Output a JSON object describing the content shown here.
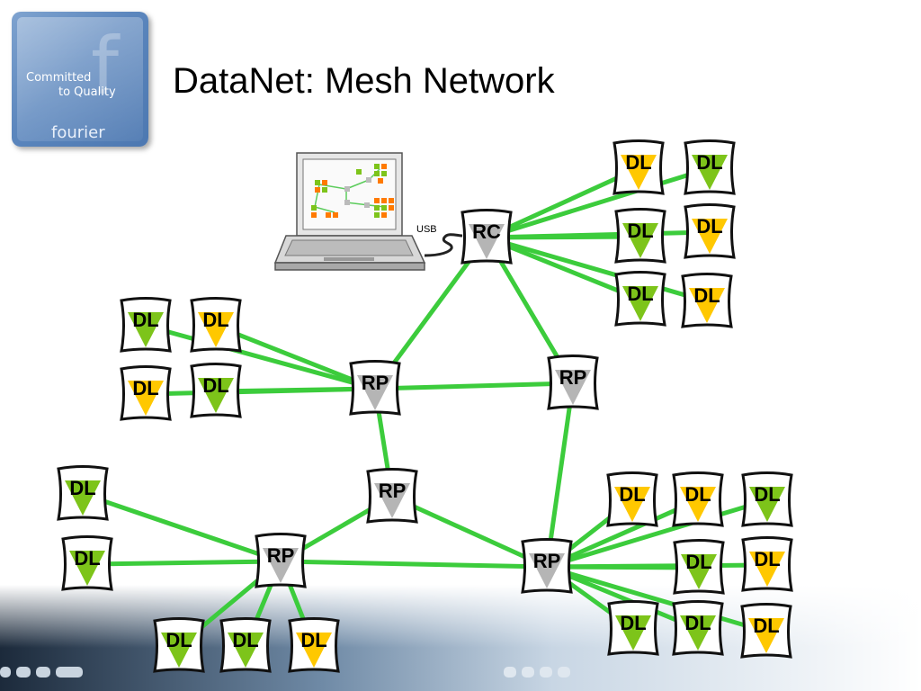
{
  "slide": {
    "title": "DataNet: Mesh Network",
    "logo": {
      "line1": "Committed",
      "line2": "to Quality",
      "brand": "fourier"
    }
  },
  "laptop": {
    "usb_label": "USB"
  },
  "colors": {
    "link": "#3ccc3c",
    "green": "#7dc41a",
    "yellow": "#ffc800",
    "gray": "#b5b5b5",
    "node_border": "#111111",
    "footer_dark": "#1c2a3b"
  },
  "nodes": [
    {
      "id": "rc",
      "label": "RC",
      "kind": "gray"
    },
    {
      "id": "rp_left",
      "label": "RP",
      "kind": "gray"
    },
    {
      "id": "rp_right",
      "label": "RP",
      "kind": "gray"
    },
    {
      "id": "rp_mid",
      "label": "RP",
      "kind": "gray"
    },
    {
      "id": "rp_bl",
      "label": "RP",
      "kind": "gray"
    },
    {
      "id": "rp_br",
      "label": "RP",
      "kind": "gray"
    },
    {
      "id": "dl1",
      "label": "DL",
      "kind": "yellow"
    },
    {
      "id": "dl2",
      "label": "DL",
      "kind": "green"
    },
    {
      "id": "dl3",
      "label": "DL",
      "kind": "green"
    },
    {
      "id": "dl4",
      "label": "DL",
      "kind": "yellow"
    },
    {
      "id": "dl5",
      "label": "DL",
      "kind": "green"
    },
    {
      "id": "dl6",
      "label": "DL",
      "kind": "yellow"
    },
    {
      "id": "dl7",
      "label": "DL",
      "kind": "green"
    },
    {
      "id": "dl8",
      "label": "DL",
      "kind": "yellow"
    },
    {
      "id": "dl9",
      "label": "DL",
      "kind": "yellow"
    },
    {
      "id": "dl10",
      "label": "DL",
      "kind": "green"
    },
    {
      "id": "dl11",
      "label": "DL",
      "kind": "green"
    },
    {
      "id": "dl12",
      "label": "DL",
      "kind": "green"
    },
    {
      "id": "dl13",
      "label": "DL",
      "kind": "green"
    },
    {
      "id": "dl14",
      "label": "DL",
      "kind": "green"
    },
    {
      "id": "dl15",
      "label": "DL",
      "kind": "yellow"
    },
    {
      "id": "dl16",
      "label": "DL",
      "kind": "yellow"
    },
    {
      "id": "dl17",
      "label": "DL",
      "kind": "yellow"
    },
    {
      "id": "dl18",
      "label": "DL",
      "kind": "green"
    },
    {
      "id": "dl19",
      "label": "DL",
      "kind": "green"
    },
    {
      "id": "dl20",
      "label": "DL",
      "kind": "yellow"
    },
    {
      "id": "dl21",
      "label": "DL",
      "kind": "green"
    },
    {
      "id": "dl22",
      "label": "DL",
      "kind": "green"
    },
    {
      "id": "dl23",
      "label": "DL",
      "kind": "yellow"
    }
  ],
  "links": [
    [
      "rc",
      "rp_left"
    ],
    [
      "rc",
      "rp_right"
    ],
    [
      "rp_left",
      "rp_right"
    ],
    [
      "rp_left",
      "rp_mid"
    ],
    [
      "rp_mid",
      "rp_bl"
    ],
    [
      "rp_mid",
      "rp_br"
    ],
    [
      "rp_right",
      "rp_br"
    ],
    [
      "rp_bl",
      "rp_br"
    ],
    [
      "rc",
      "dl1"
    ],
    [
      "rc",
      "dl2"
    ],
    [
      "rc",
      "dl3"
    ],
    [
      "rc",
      "dl4"
    ],
    [
      "rc",
      "dl5"
    ],
    [
      "rc",
      "dl6"
    ],
    [
      "rp_left",
      "dl7"
    ],
    [
      "rp_left",
      "dl8"
    ],
    [
      "rp_left",
      "dl9"
    ],
    [
      "rp_left",
      "dl10"
    ],
    [
      "rp_bl",
      "dl11"
    ],
    [
      "rp_bl",
      "dl12"
    ],
    [
      "rp_bl",
      "dl13"
    ],
    [
      "rp_bl",
      "dl14"
    ],
    [
      "rp_bl",
      "dl15"
    ],
    [
      "rp_br",
      "dl16"
    ],
    [
      "rp_br",
      "dl17"
    ],
    [
      "rp_br",
      "dl18"
    ],
    [
      "rp_br",
      "dl19"
    ],
    [
      "rp_br",
      "dl20"
    ],
    [
      "rp_br",
      "dl21"
    ],
    [
      "rp_br",
      "dl22"
    ],
    [
      "rp_br",
      "dl23"
    ]
  ]
}
